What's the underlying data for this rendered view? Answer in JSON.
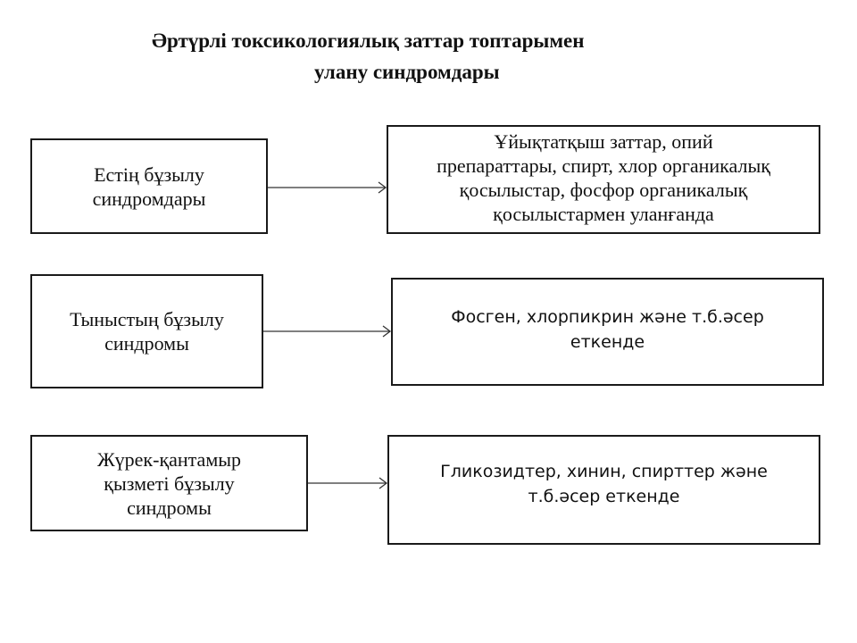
{
  "title": {
    "line1": "Әртүрлі токсикологиялық заттар топтарымен",
    "line2": "улану синдромдары"
  },
  "rows": [
    {
      "syndrome": "Естің бұзылу\nсиндромдары",
      "cause": "Ұйықтатқыш заттар, опий\nпрепараттары, спирт,  хлор органикалық\nқосылыстар, фосфор органикалық\nқосылыстармен уланғанда"
    },
    {
      "syndrome": "Тыныстың бұзылу\nсиндромы",
      "cause": "Фосген, хлорпикрин және т.б.әсер\nеткенде"
    },
    {
      "syndrome": "Жүрек-қантамыр\nқызметі бұзылу\nсиндромы",
      "cause": "Гликозидтер, хинин, спирттер және\nт.б.әсер еткенде"
    }
  ]
}
